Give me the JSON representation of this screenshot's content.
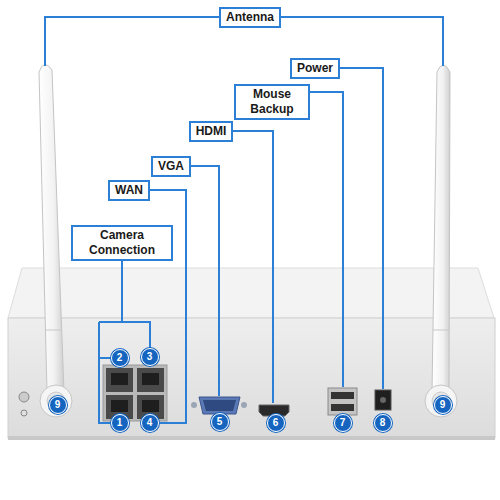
{
  "diagram": {
    "nodes": [
      {
        "text": [
          "Antenna"
        ]
      },
      {
        "text": [
          "Power"
        ]
      },
      {
        "text": [
          "Mouse Backup"
        ]
      },
      {
        "text": [
          "HDMI"
        ]
      },
      {
        "text": [
          "VGA"
        ]
      },
      {
        "text": [
          "WAN"
        ]
      },
      {
        "text": [
          "Camera Connection"
        ]
      }
    ],
    "labels": [
      "2",
      "3",
      "1",
      "4",
      "5",
      "6",
      "7",
      "8",
      "9",
      "9"
    ]
  }
}
